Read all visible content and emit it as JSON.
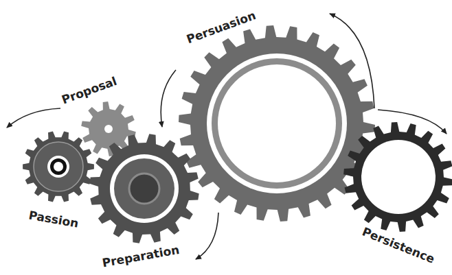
{
  "diagram": {
    "labels": [
      "Persuasion",
      "Proposal",
      "Passion",
      "Preparation",
      "Persistence"
    ]
  }
}
